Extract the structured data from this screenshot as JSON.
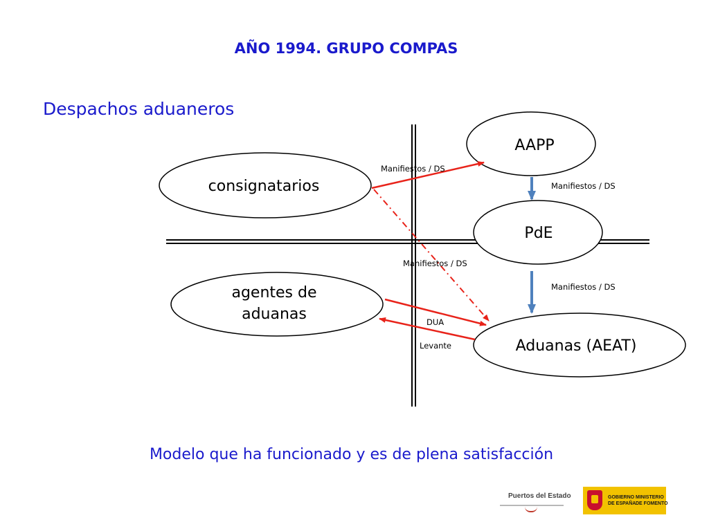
{
  "header": {
    "title": "AÑO 1994. GRUPO COMPAS",
    "subtitle": "Despachos aduaneros"
  },
  "diagram": {
    "nodes": {
      "consignatarios": "consignatarios",
      "agentes_line1": "agentes de",
      "agentes_line2": "aduanas",
      "aapp": "AAPP",
      "pde": "PdE",
      "aduanas": "Aduanas (AEAT)"
    },
    "edges": {
      "consignatarios_aapp": "Manifiestos / DS",
      "aapp_pde": "Manifiestos / DS",
      "consignatarios_aduanas": "Manifiestos / DS",
      "pde_aduanas": "Manifiestos / DS",
      "dua": "DUA",
      "levante": "Levante"
    },
    "colors": {
      "red_arrow": "#e8231a",
      "blue_arrow": "#4f81bd",
      "axis": "#000000"
    }
  },
  "footer": {
    "caption": "Modelo que ha funcionado y es de plena satisfacción",
    "logos": {
      "puertos": "Puertos del Estado",
      "gobierno": "GOBIERNO\nDE ESPAÑA",
      "ministerio": "MINISTERIO\nDE FOMENTO"
    }
  }
}
